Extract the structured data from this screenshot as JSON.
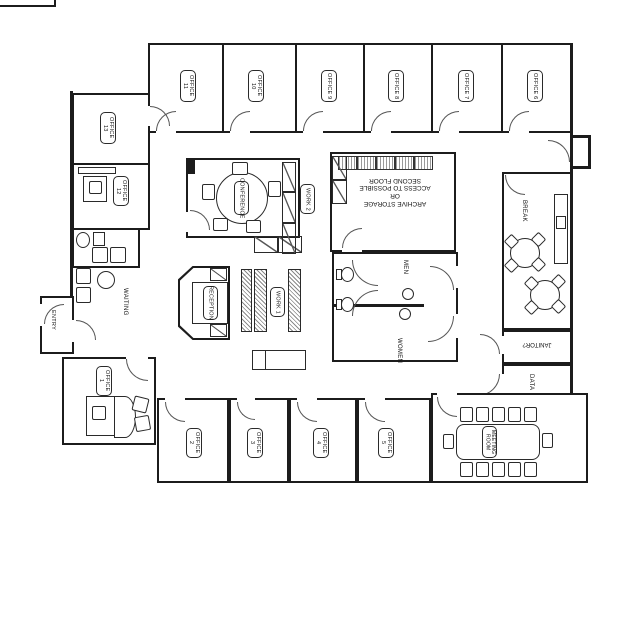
{
  "drawing": {
    "type": "office-floor-plan",
    "line_color": "#1c1c1c",
    "background": "#ffffff"
  },
  "rooms": {
    "o1": {
      "label": "OFFICE 1"
    },
    "o2": {
      "label": "OFFICE 2"
    },
    "o3": {
      "label": "OFFICE 3"
    },
    "o4": {
      "label": "OFFICE 4"
    },
    "o5": {
      "label": "OFFICE 5"
    },
    "o6": {
      "label": "OFFICE 6"
    },
    "o7": {
      "label": "OFFICE 7"
    },
    "o8": {
      "label": "OFFICE 8"
    },
    "o9": {
      "label": "OFFICE 9"
    },
    "o10": {
      "label": "OFFICE 10"
    },
    "o11": {
      "label": "OFFICE 11"
    },
    "o12": {
      "label": "OFFICE 12"
    },
    "o13": {
      "label": "OFFICE 13"
    },
    "conference": {
      "label": "CONFERENCE"
    },
    "reception": {
      "label": "RECEPTION"
    },
    "waiting": {
      "label": "WAITING"
    },
    "entry": {
      "label": "ENTRY"
    },
    "work1": {
      "label": "WORK 1"
    },
    "work2": {
      "label": "WORK 2"
    },
    "men": {
      "label": "MEN"
    },
    "women": {
      "label": "WOMEN"
    },
    "break_room": {
      "label": "BREAK"
    },
    "janitor": {
      "label": "JANITOR?"
    },
    "data": {
      "label": "DATA"
    },
    "meeting": {
      "label": "MEETING ROOM"
    },
    "archive_note": {
      "label": "ARCHIVE STORAGE\nOR\nACCESS TO POSSIBLE\nSECOND FLOOR"
    }
  }
}
